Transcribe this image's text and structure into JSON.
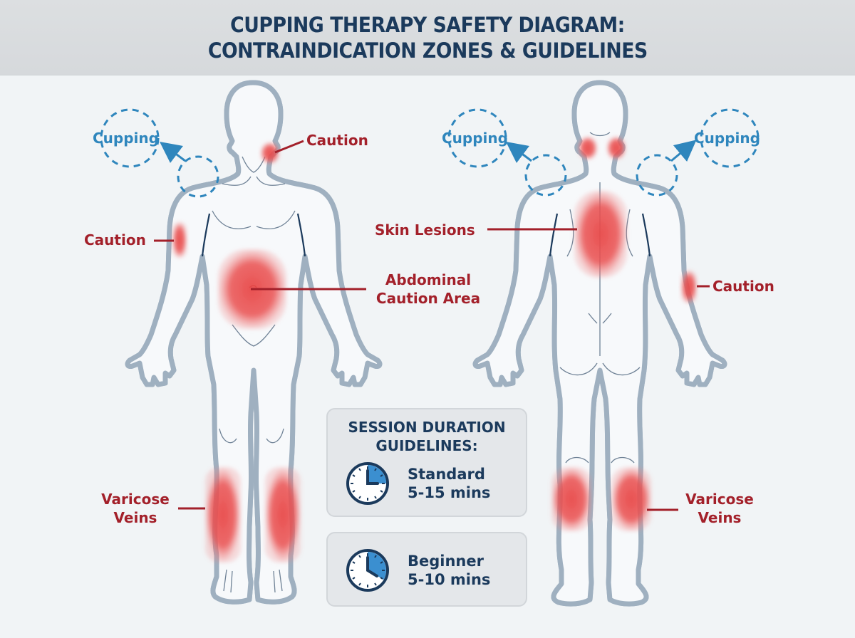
{
  "title": {
    "line1": "CUPPING THERAPY SAFETY DIAGRAM:",
    "line2": "CONTRAINDICATION ZONES & GUIDELINES"
  },
  "colors": {
    "title_text": "#1b3a5c",
    "caution_red": "#a3202a",
    "zone_red": "#e84c4c",
    "cupping_blue": "#2f86bd",
    "outline_navy": "#1b3a5c",
    "outline_gray": "#9fb0c0",
    "background": "#f1f4f6",
    "card_bg": "#e4e7ea"
  },
  "front_figure": {
    "view": "anterior",
    "labels": {
      "cupping": "Cupping",
      "neck_caution": "Caution",
      "arm_caution": "Caution",
      "abdominal_line1": "Abdominal",
      "abdominal_line2": "Caution Area",
      "varicose_line1": "Varicose",
      "varicose_line2": "Veins"
    }
  },
  "back_figure": {
    "view": "posterior",
    "labels": {
      "cupping_left": "Cupping",
      "cupping_right": "Cupping",
      "skin_lesions": "Skin Lesions",
      "arm_caution": "Caution",
      "varicose_line1": "Varicose",
      "varicose_line2": "Veins"
    }
  },
  "session_card": {
    "title_line1": "SESSION DURATION",
    "title_line2": "GUIDELINES:",
    "standard": {
      "icon": "clock-icon",
      "label": "Standard",
      "duration": "5-15 mins",
      "sweep_minutes": 15
    },
    "beginner": {
      "icon": "clock-icon",
      "label": "Beginner",
      "duration": "5-10 mins",
      "sweep_minutes": 20
    }
  }
}
